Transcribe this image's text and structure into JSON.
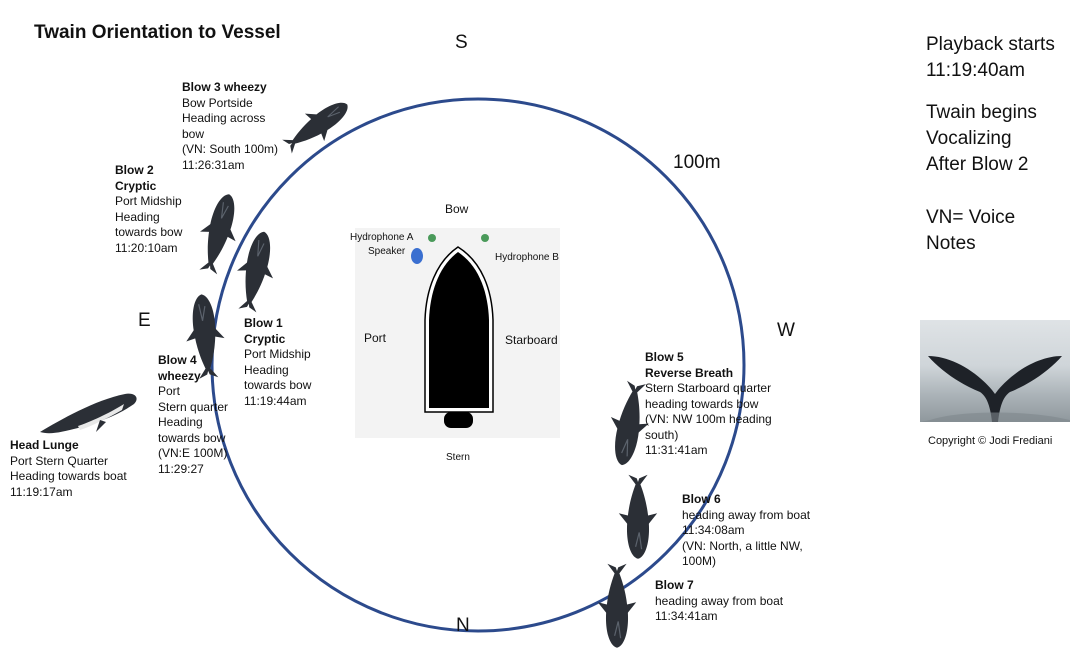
{
  "title": "Twain Orientation to Vessel",
  "compass": {
    "south": "S",
    "north": "N",
    "east": "E",
    "west": "W"
  },
  "radius_label": "100m",
  "boat": {
    "bow": "Bow",
    "stern": "Stern",
    "port": "Port",
    "starboard": "Starboard",
    "hydrophone_a_line1": "Hydrophone A",
    "hydrophone_a_line2": "Speaker",
    "hydrophone_b": "Hydrophone B"
  },
  "side_info": {
    "playback": [
      "Playback starts",
      "11:19:40am"
    ],
    "twain": [
      "Twain begins",
      "Vocalizing",
      "After Blow 2"
    ],
    "vn": [
      "VN= Voice",
      "Notes"
    ]
  },
  "annotations": {
    "blow3": {
      "heading": "Blow 3 wheezy",
      "lines": [
        "Bow Portside",
        "Heading across",
        "bow",
        "(VN: South 100m)",
        "11:26:31am"
      ]
    },
    "blow2": {
      "heading": [
        "Blow 2",
        "Cryptic"
      ],
      "lines": [
        "Port Midship",
        "Heading",
        "towards bow",
        "11:20:10am"
      ]
    },
    "blow1": {
      "heading": [
        "Blow 1",
        "Cryptic"
      ],
      "lines": [
        "Port Midship",
        "Heading",
        "towards bow",
        "11:19:44am"
      ]
    },
    "blow4": {
      "heading": [
        "Blow 4",
        "wheezy"
      ],
      "lines": [
        "Port",
        "Stern quarter",
        "Heading",
        "towards bow",
        "(VN:E 100M)",
        "11:29:27"
      ]
    },
    "headlunge": {
      "heading": "Head Lunge",
      "lines": [
        "Port Stern Quarter",
        "Heading towards boat",
        "11:19:17am"
      ]
    },
    "blow5": {
      "heading": [
        "Blow 5",
        "Reverse Breath"
      ],
      "lines": [
        "Stern Starboard quarter",
        "heading towards bow",
        "(VN: NW 100m heading",
        "south)",
        "11:31:41am"
      ]
    },
    "blow6": {
      "heading": "Blow 6",
      "lines": [
        "heading away from boat",
        "11:34:08am",
        "(VN: North, a little NW,",
        "100M)"
      ]
    },
    "blow7": {
      "heading": "Blow 7",
      "lines": [
        "heading away from boat",
        "11:34:41am"
      ]
    }
  },
  "copyright": "Copyright © Jodi Frediani",
  "colors": {
    "circle": "#2c4a8c",
    "hydrophone": "#4a9a5a",
    "speaker": "#3a6fd0",
    "boat": "#000000",
    "whale": "#2b2f36"
  }
}
